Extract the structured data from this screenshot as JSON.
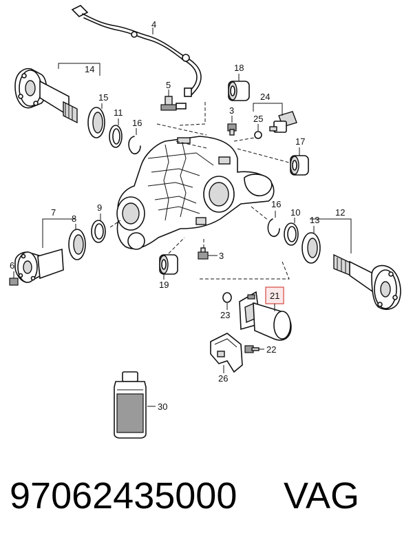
{
  "labels": {
    "p3a": "3",
    "p3b": "3",
    "p4": "4",
    "p5": "5",
    "p6": "6",
    "p7": "7",
    "p8": "8",
    "p9": "9",
    "p10": "10",
    "p11": "11",
    "p12": "12",
    "p13": "13",
    "p14": "14",
    "p15": "15",
    "p16a": "16",
    "p16b": "16",
    "p17": "17",
    "p18": "18",
    "p19": "19",
    "p21": "21",
    "p22": "22",
    "p23": "23",
    "p24": "24",
    "p25": "25",
    "p26": "26",
    "p30": "30"
  },
  "footer": {
    "part_number": "97062435000",
    "brand": "VAG"
  },
  "colors": {
    "highlight": "#d9534f"
  }
}
